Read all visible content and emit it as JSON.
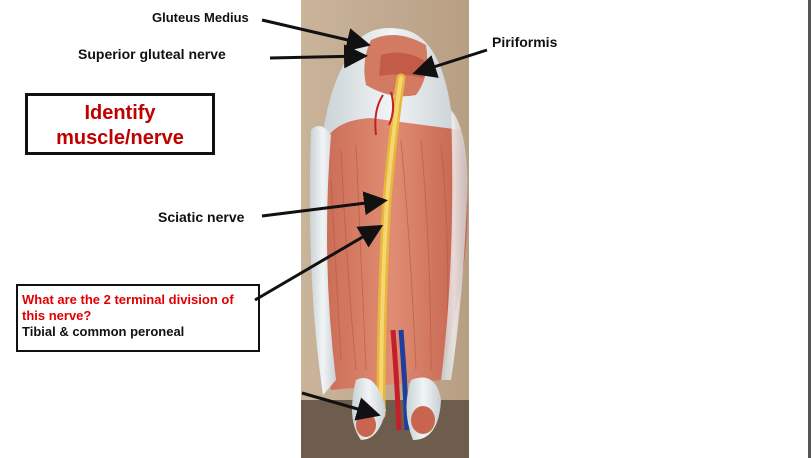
{
  "slide": {
    "labels": {
      "gluteus_medius": "Gluteus Medius",
      "superior_gluteal_nerve": "Superior gluteal nerve",
      "piriformis": "Piriformis",
      "sciatic_nerve": "Sciatic nerve"
    },
    "title_box": {
      "line1": "Identify",
      "line2": "muscle/nerve"
    },
    "question_box": {
      "question": "What are the 2 terminal division of this nerve?",
      "answer": "Tibial & common peroneal"
    }
  },
  "colors": {
    "title_red": "#c00000",
    "question_red": "#e00000",
    "muscle": "#d9826b",
    "tendon": "#dde3e6",
    "nerve": "#f0c24b"
  }
}
